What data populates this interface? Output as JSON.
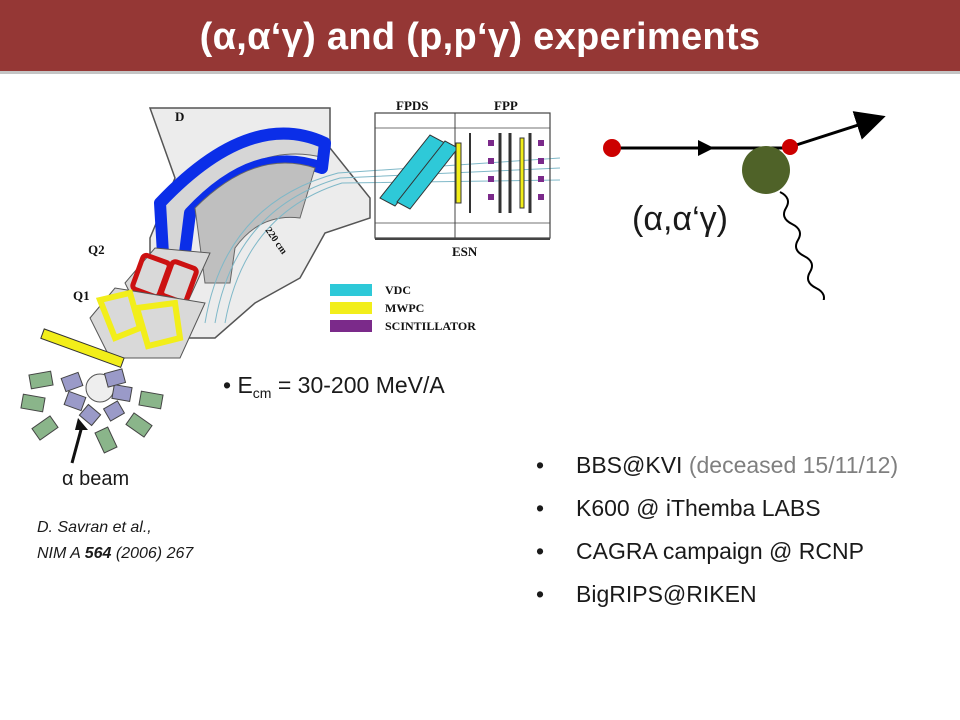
{
  "title": "(α,α‘γ) and (p,p‘γ) experiments",
  "spectrometer": {
    "labels": {
      "dipole": "D",
      "fpds": "FPDS",
      "fpp": "FPP",
      "esn": "ESN",
      "q1": "Q1",
      "q2": "Q2",
      "radius": "220 cm"
    },
    "legend": [
      {
        "label": "VDC",
        "color": "#2ec9d8"
      },
      {
        "label": "MWPC",
        "color": "#f2ee1a"
      },
      {
        "label": "SCINTILLATOR",
        "color": "#7b2a8a"
      }
    ]
  },
  "energy": {
    "prefix": "E",
    "subscript": "cm",
    "suffix": " = 30-200 MeV/A"
  },
  "beam_label": "α beam",
  "citation": {
    "line1": "D. Savran et al.,",
    "line2_journal": "NIM A",
    "line2_volume": "564",
    "line2_rest": "(2006) 267"
  },
  "reaction_label": "(α,α‘γ)",
  "facilities": [
    {
      "main": "BBS@KVI",
      "note": " (deceased 15/11/12)"
    },
    {
      "main": "K600 @ iThemba LABS",
      "note": ""
    },
    {
      "main": "CAGRA campaign @ RCNP",
      "note": ""
    },
    {
      "main": "BigRIPS@RIKEN",
      "note": ""
    }
  ],
  "colors": {
    "title_bar": "#953735",
    "nucleus": "#4f6228",
    "projectile": "#cc0000",
    "dipole_coil": "#0b2ee8",
    "quad_q2": "#cc1111",
    "quad_q1": "#f2ee1a"
  }
}
